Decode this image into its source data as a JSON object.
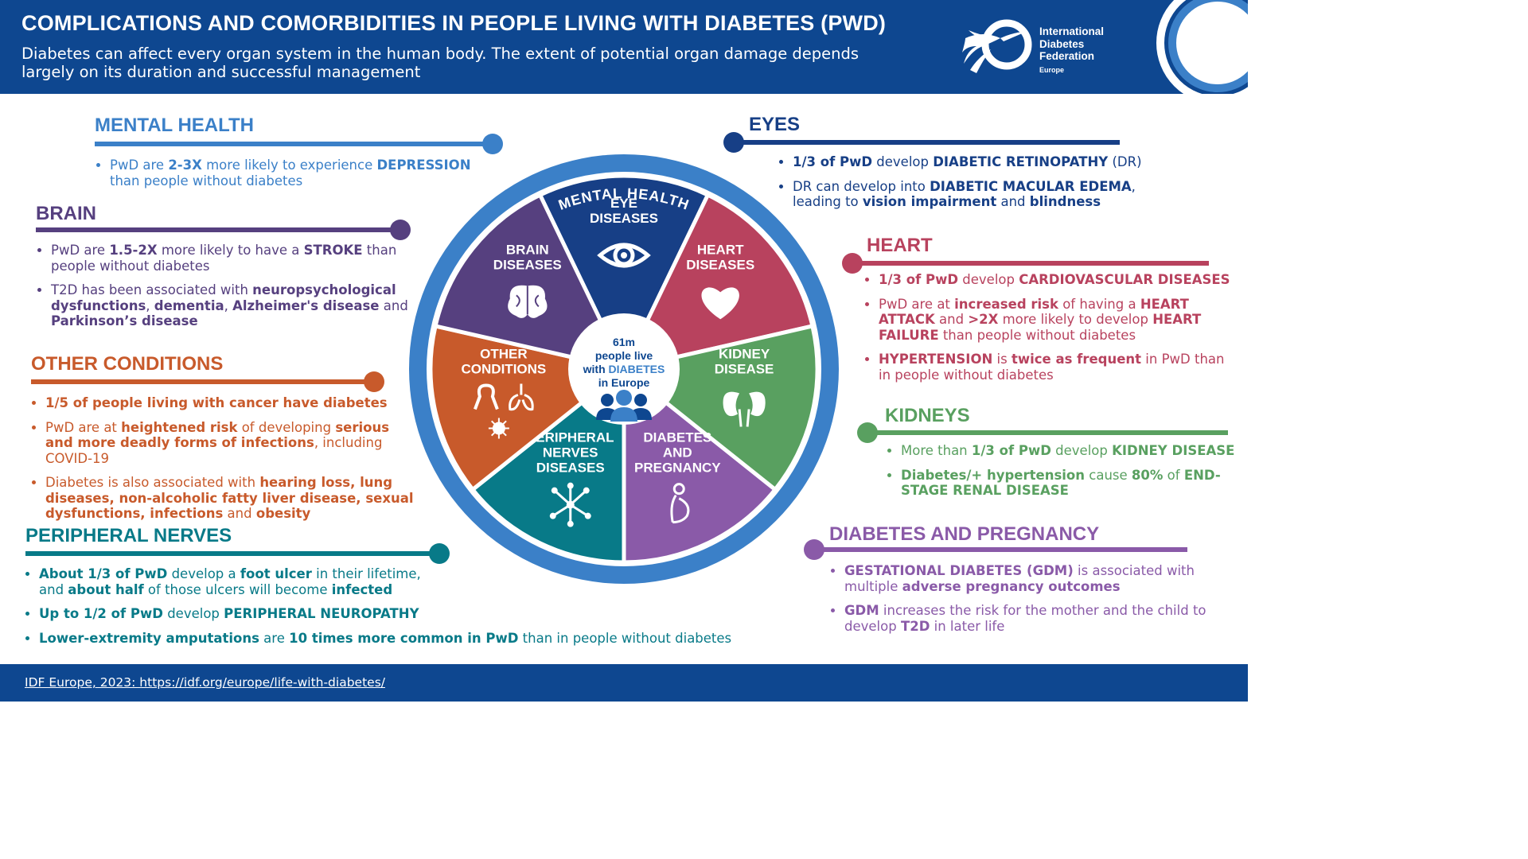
{
  "header": {
    "title": "COMPLICATIONS AND COMORBIDITIES IN PEOPLE LIVING WITH DIABETES (PWD)",
    "subtitle": "Diabetes can affect every organ system in the human body. The extent of potential organ damage depends largely on its duration and successful management",
    "logo_line1": "International",
    "logo_line2": "Diabetes",
    "logo_line3": "Federation",
    "logo_line4": "Europe"
  },
  "colors": {
    "navy": "#0e4790",
    "mental": "#3b80c8",
    "brain": "#56407f",
    "other": "#c85a2b",
    "nerves": "#087a88",
    "eyes": "#173f86",
    "heart": "#b8425e",
    "kidneys": "#59a060",
    "pregnancy": "#8a5aa8"
  },
  "wheel": {
    "ring_label": "MENTAL HEALTH",
    "center_line1": "61m",
    "center_line2": "people live",
    "center_line3a": "with ",
    "center_line3b": "DIABETES",
    "center_line4": "in Europe",
    "center_icon": "people-group-icon",
    "segments": [
      {
        "line1": "EYE",
        "line2": "DISEASES",
        "line3": "",
        "icon": "eye-icon"
      },
      {
        "line1": "HEART",
        "line2": "DISEASES",
        "line3": "",
        "icon": "heart-icon"
      },
      {
        "line1": "KIDNEY",
        "line2": "DISEASE",
        "line3": "",
        "icon": "kidneys-icon"
      },
      {
        "line1": "DIABETES",
        "line2": "AND",
        "line3": "PREGNANCY",
        "icon": "pregnant-woman-icon"
      },
      {
        "line1": "PERIPHERAL",
        "line2": "NERVES",
        "line3": "DISEASES",
        "icon": "nerve-network-icon"
      },
      {
        "line1": "OTHER",
        "line2": "CONDITIONS",
        "line3": "",
        "icon": "ribbon-lungs-virus-icon"
      },
      {
        "line1": "BRAIN",
        "line2": "DISEASES",
        "line3": "",
        "icon": "brain-icon"
      }
    ]
  },
  "mental": {
    "title": "MENTAL HEALTH",
    "b1": [
      "PwD are ",
      "2-3X",
      " more likely to experience ",
      "DEPRESSION",
      " than people without diabetes"
    ]
  },
  "brain": {
    "title": "BRAIN",
    "b1": [
      "PwD are ",
      "1.5-2X",
      " more likely to have a ",
      "STROKE",
      " than people without diabetes"
    ],
    "b2": [
      "T2D has been associated with ",
      "neuropsychological dysfunctions",
      ", ",
      "dementia",
      ", ",
      "Alzheimer's disease",
      " and ",
      "Parkinson’s disease"
    ]
  },
  "other": {
    "title": "OTHER CONDITIONS",
    "b1": [
      "1/5 of people living with cancer have diabetes"
    ],
    "b2": [
      "PwD are at ",
      "heightened risk",
      " of developing ",
      "serious and more deadly forms of infections",
      ", including COVID-19"
    ],
    "b3": [
      "Diabetes is also associated  with ",
      "hearing loss, lung diseases, non-alcoholic fatty liver disease, sexual dysfunctions, infections",
      " and ",
      "obesity"
    ]
  },
  "nerves": {
    "title": "PERIPHERAL NERVES",
    "b1": [
      "About 1/3 of PwD",
      " develop a ",
      "foot ulcer",
      " in their lifetime, and ",
      "about half",
      " of those ulcers will become ",
      "infected"
    ],
    "b2": [
      "Up to 1/2 of PwD",
      " develop ",
      "PERIPHERAL NEUROPATHY"
    ],
    "b3": [
      "Lower-extremity amputations",
      " are ",
      "10 times more common in PwD",
      " than in people without diabetes"
    ]
  },
  "eyes": {
    "title": "EYES",
    "b1": [
      "1/3 of PwD",
      " develop ",
      "DIABETIC RETINOPATHY",
      " (DR)"
    ],
    "b2": [
      "DR can develop into ",
      "DIABETIC MACULAR EDEMA",
      ", leading to ",
      "vision impairment",
      " and ",
      "blindness"
    ]
  },
  "heart": {
    "title": "HEART",
    "b1": [
      "1/3 of PwD",
      " develop ",
      "CARDIOVASCULAR DISEASES"
    ],
    "b2": [
      "PwD are at ",
      "increased risk",
      " of having a ",
      "HEART ATTACK",
      " and ",
      ">2X",
      " more likely to develop ",
      "HEART FAILURE",
      " than people without diabetes"
    ],
    "b3": [
      "HYPERTENSION",
      " is ",
      "twice as frequent",
      " in PwD than in people without diabetes"
    ]
  },
  "kidneys": {
    "title": "KIDNEYS",
    "b1": [
      "More than ",
      "1/3 of PwD",
      " develop ",
      "KIDNEY DISEASE"
    ],
    "b2": [
      "Diabetes/+ hypertension",
      " cause ",
      "80%",
      " of ",
      "END-STAGE RENAL DISEASE"
    ]
  },
  "pregnancy": {
    "title": "DIABETES AND PREGNANCY",
    "b1": [
      "GESTATIONAL DIABETES (GDM)",
      " is associated with multiple ",
      "adverse pregnancy outcomes"
    ],
    "b2": [
      "GDM",
      " increases the risk for the mother and the child to develop ",
      "T2D",
      " in later life"
    ]
  },
  "footer": {
    "source": "IDF Europe, 2023: https://idf.org/europe/life-with-diabetes/"
  }
}
